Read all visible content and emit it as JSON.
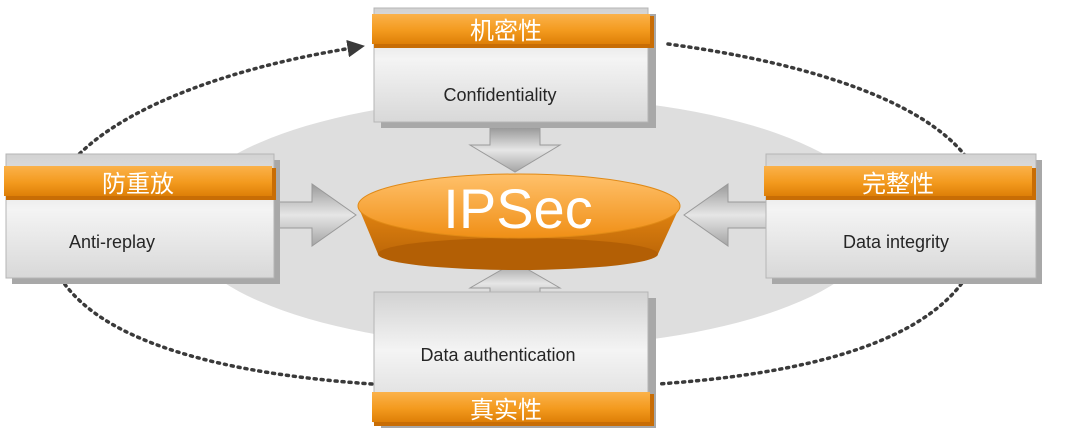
{
  "diagram": {
    "hub": {
      "label": "IPSec"
    },
    "nodes": {
      "top": {
        "cn": "机密性",
        "en": "Confidentiality"
      },
      "left": {
        "cn": "防重放",
        "en": "Anti-replay"
      },
      "right": {
        "cn": "完整性",
        "en": "Data integrity"
      },
      "bottom": {
        "cn": "真实性",
        "en": "Data authentication"
      }
    },
    "colors": {
      "accent": "#f39a1e",
      "accent_dark": "#c86d05",
      "box_light": "#f1f1f1",
      "box_shade": "#c7c7c7",
      "ellipse": "#dedede",
      "dotted_ring": "#3a3a3a"
    }
  }
}
